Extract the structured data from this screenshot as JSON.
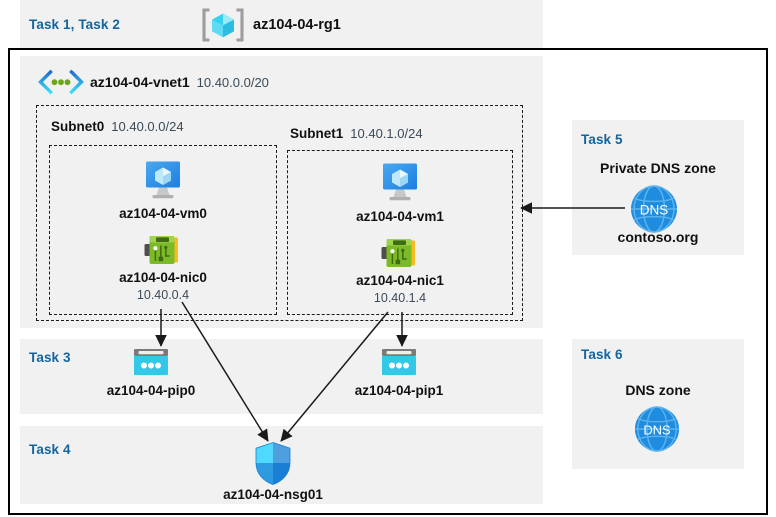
{
  "diagram": {
    "title": "Azure AZ-104-04 lab resource topology",
    "colors": {
      "task_label": "#13659e",
      "panel_gray": "#f1f1f1",
      "border_black": "#000000",
      "nic_green": "#7fba00",
      "dns_blue": "#1f8ce0",
      "pip_cyan": "#32c8e8",
      "vm_blue": "#3f9ff0",
      "rg_cube": "#5ad6ef"
    },
    "header": {
      "task_label": "Task 1, Task 2",
      "resource_group_icon": "resource-group-icon",
      "resource_group_name": "az104-04-rg1"
    },
    "vnet": {
      "icon": "virtual-network-icon",
      "name": "az104-04-vnet1",
      "cidr": "10.40.0.0/20"
    },
    "subnets": [
      {
        "name": "Subnet0",
        "cidr": "10.40.0.0/24",
        "vm": {
          "icon": "virtual-machine-icon",
          "name": "az104-04-vm0"
        },
        "nic": {
          "icon": "network-interface-icon",
          "name": "az104-04-nic0",
          "ip": "10.40.0.4"
        }
      },
      {
        "name": "Subnet1",
        "cidr": "10.40.1.0/24",
        "vm": {
          "icon": "virtual-machine-icon",
          "name": "az104-04-vm1"
        },
        "nic": {
          "icon": "network-interface-icon",
          "name": "az104-04-nic1",
          "ip": "10.40.1.4"
        }
      }
    ],
    "task3": {
      "task_label": "Task 3",
      "public_ips": [
        {
          "icon": "public-ip-address-icon",
          "name": "az104-04-pip0"
        },
        {
          "icon": "public-ip-address-icon",
          "name": "az104-04-pip1"
        }
      ]
    },
    "task4": {
      "task_label": "Task 4",
      "nsg": {
        "icon": "network-security-group-icon",
        "name": "az104-04-nsg01"
      }
    },
    "task5": {
      "task_label": "Task 5",
      "heading": "Private DNS zone",
      "icon": "dns-zone-icon",
      "icon_text": "DNS",
      "zone_name": "contoso.org"
    },
    "task6": {
      "task_label": "Task 6",
      "heading": "DNS zone",
      "icon": "dns-zone-icon",
      "icon_text": "DNS"
    }
  }
}
